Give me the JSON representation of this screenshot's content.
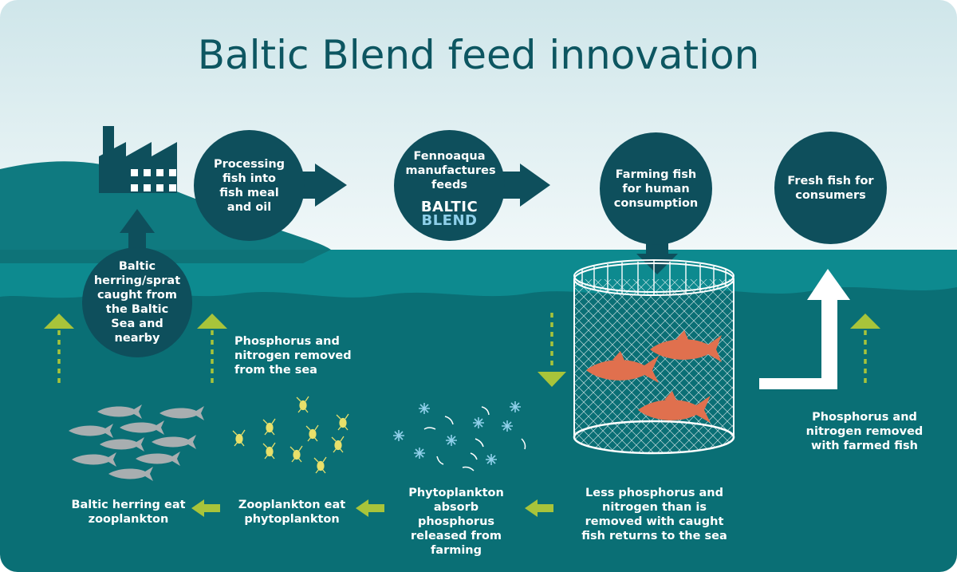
{
  "title": "Baltic Blend feed innovation",
  "colors": {
    "sky_top": "#cfe6ea",
    "sky_bottom": "#eaf5f6",
    "hill": "#0f7a80",
    "sea_surface": "#0d8a8f",
    "sea_deep": "#0a6f75",
    "circle": "#0e4f5c",
    "arrow_green": "#a8c43a",
    "fish_orange": "#e0704e",
    "herring_grey": "#a8aeb0",
    "zooplankton": "#e8e06a",
    "phytoplankton": "#8fd0ea"
  },
  "nodes": {
    "herring_caught": "Baltic herring/sprat caught from the Baltic Sea and nearby",
    "processing": "Processing fish into fish meal and oil",
    "fennoaqua": "Fennoaqua manufactures feeds",
    "farming": "Farming fish for human consumption",
    "fresh_fish": "Fresh fish for consumers"
  },
  "logo": {
    "line1": "BALTIC",
    "line2": "BLEND"
  },
  "labels": {
    "phosphorus_removed_sea": "Phosphorus and nitrogen removed from the sea",
    "phosphorus_removed_farmed": "Phosphorus and nitrogen removed with farmed fish",
    "herring_eat": "Baltic herring eat zooplankton",
    "zooplankton_eat": "Zooplankton eat phytoplankton",
    "phytoplankton_absorb": "Phytoplankton absorb phosphorus released from farming",
    "less_phosphorus": "Less phosphorus and nitrogen than is removed with caught fish returns to the sea"
  },
  "icons": [
    "factory-icon",
    "fish-cage-icon",
    "herring-school-icon",
    "zooplankton-icon",
    "phytoplankton-icon",
    "farmed-fish-icon"
  ]
}
